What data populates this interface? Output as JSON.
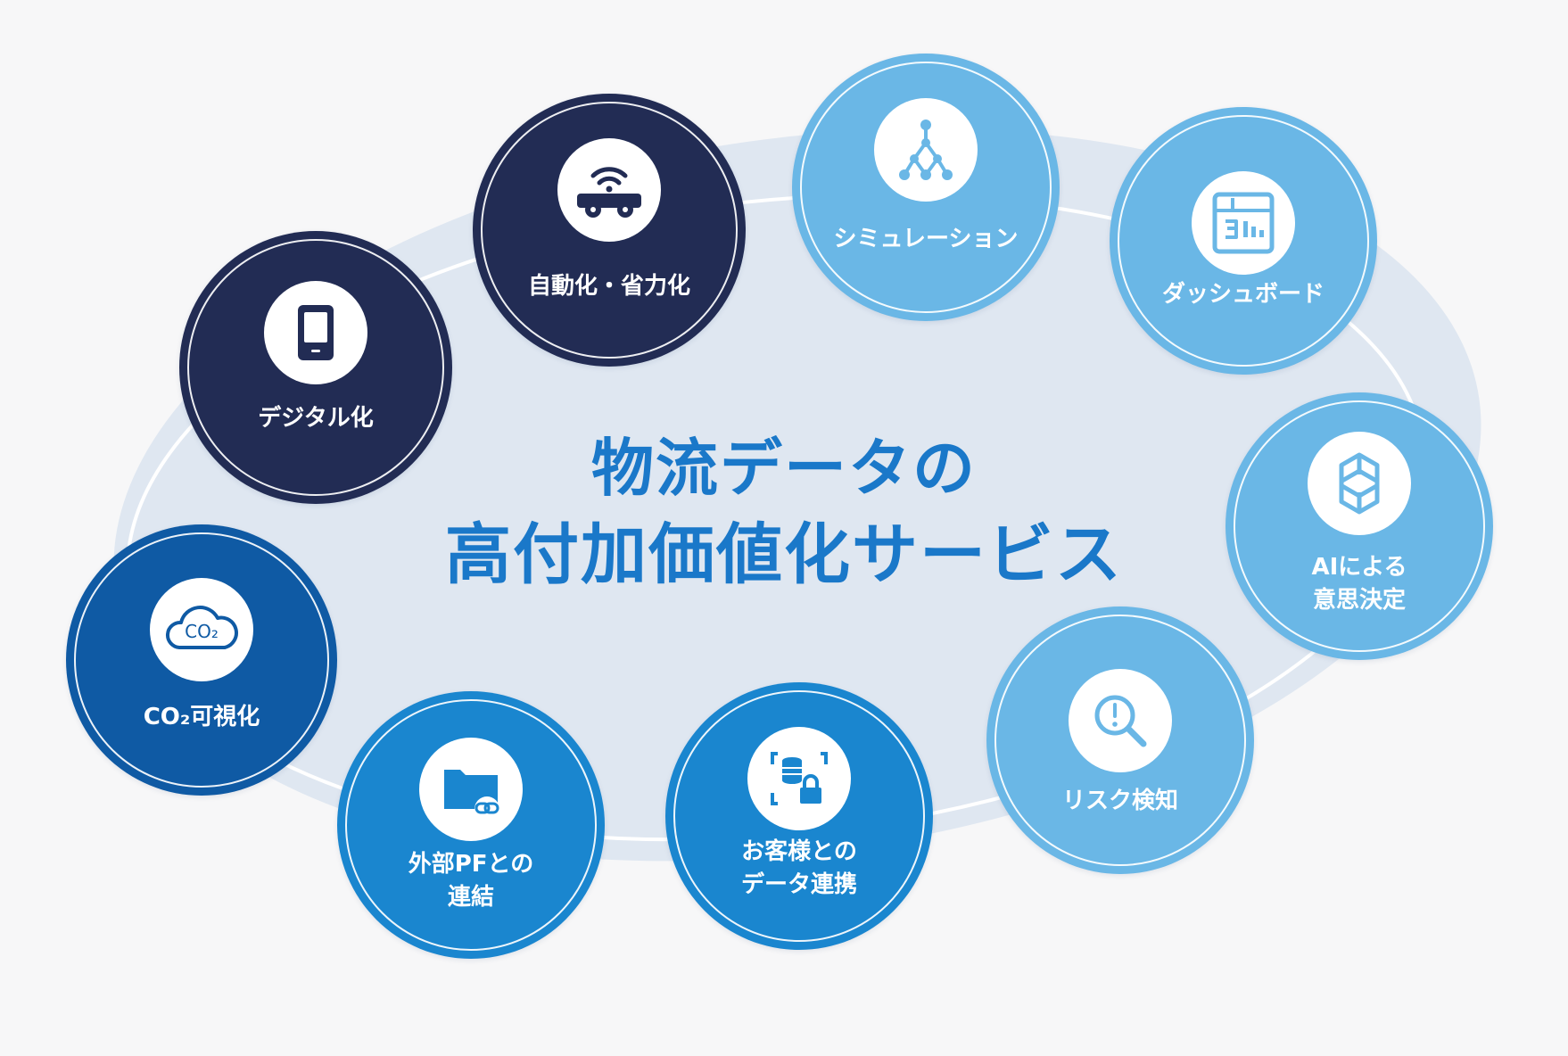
{
  "title": {
    "line1": "物流データの",
    "line2": "高付加価値化サービス"
  },
  "colors": {
    "dark_navy": "#222c54",
    "navy": "#0f5aa4",
    "blue": "#1a86cf",
    "light_blue": "#6ab7e6",
    "title_blue": "#1a78c9",
    "ellipse_fill": "#dfe7f1"
  },
  "services": [
    {
      "id": "digitalization",
      "label": [
        "デジタル化"
      ],
      "icon": "tablet-icon",
      "color": "dark_navy"
    },
    {
      "id": "automation",
      "label": [
        "自動化・省力化"
      ],
      "icon": "wifi-vehicle-icon",
      "color": "dark_navy"
    },
    {
      "id": "simulation",
      "label": [
        "シミュレーション"
      ],
      "icon": "network-tree-icon",
      "color": "light_blue"
    },
    {
      "id": "dashboard",
      "label": [
        "ダッシュボード"
      ],
      "icon": "dashboard-chart-icon",
      "color": "light_blue"
    },
    {
      "id": "ai-decision",
      "label": [
        "AIによる",
        "意思決定"
      ],
      "icon": "ai-knot-icon",
      "color": "light_blue"
    },
    {
      "id": "risk-detection",
      "label": [
        "リスク検知"
      ],
      "icon": "alert-magnifier-icon",
      "color": "light_blue"
    },
    {
      "id": "customer-data",
      "label": [
        "お客様との",
        "データ連携"
      ],
      "icon": "database-lock-icon",
      "color": "blue"
    },
    {
      "id": "external-pf",
      "label": [
        "外部PFとの",
        "連結"
      ],
      "icon": "folder-link-icon",
      "color": "blue"
    },
    {
      "id": "co2-visualization",
      "label": [
        "CO₂可視化"
      ],
      "icon": "co2-cloud-icon",
      "color": "navy"
    }
  ],
  "co2_icon_text": "CO₂"
}
